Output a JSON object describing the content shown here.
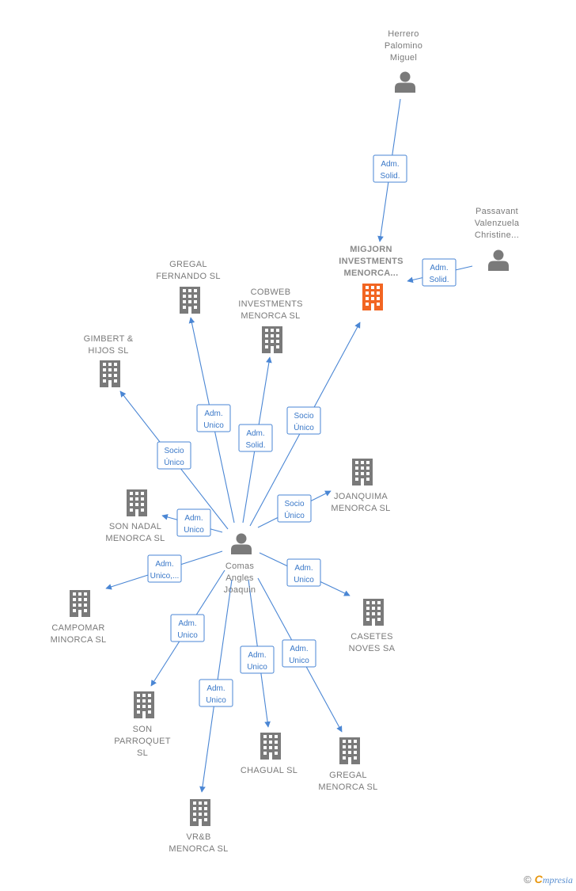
{
  "colors": {
    "edge": "#4a86d4",
    "node": "#7a7a7a",
    "highlight": "#f26522"
  },
  "nodes": [
    {
      "id": "herrero",
      "kind": "person",
      "lines": [
        "Herrero",
        "Palomino",
        "Miguel"
      ]
    },
    {
      "id": "passavant",
      "kind": "person",
      "lines": [
        "Passavant",
        "Valenzuela",
        "Christine..."
      ]
    },
    {
      "id": "migjorn",
      "kind": "company",
      "highlight": true,
      "lines": [
        "MIGJORN",
        "INVESTMENTS",
        "MENORCA..."
      ]
    },
    {
      "id": "gregal_fernando",
      "kind": "company",
      "lines": [
        "GREGAL",
        "FERNANDO  SL"
      ]
    },
    {
      "id": "cobweb",
      "kind": "company",
      "lines": [
        "COBWEB",
        "INVESTMENTS",
        "MENORCA  SL"
      ]
    },
    {
      "id": "gimbert",
      "kind": "company",
      "lines": [
        "GIMBERT &",
        "HIJOS  SL"
      ]
    },
    {
      "id": "joanquima",
      "kind": "company",
      "lines": [
        "JOANQUIMA",
        "MENORCA  SL"
      ]
    },
    {
      "id": "son_nadal",
      "kind": "company",
      "lines": [
        "SON NADAL",
        "MENORCA SL"
      ]
    },
    {
      "id": "comas",
      "kind": "person",
      "lines": [
        "Comas",
        "Angles",
        "Joaquin"
      ]
    },
    {
      "id": "campomar",
      "kind": "company",
      "lines": [
        "CAMPOMAR",
        "MINORCA SL"
      ]
    },
    {
      "id": "casetes",
      "kind": "company",
      "lines": [
        "CASETES",
        "NOVES SA"
      ]
    },
    {
      "id": "son_parroquet",
      "kind": "company",
      "lines": [
        "SON",
        "PARROQUET",
        "SL"
      ]
    },
    {
      "id": "chagual",
      "kind": "company",
      "lines": [
        "CHAGUAL  SL"
      ]
    },
    {
      "id": "gregal_menorca",
      "kind": "company",
      "lines": [
        "GREGAL",
        "MENORCA  SL"
      ]
    },
    {
      "id": "vrb",
      "kind": "company",
      "lines": [
        "VR&B",
        "MENORCA  SL"
      ]
    }
  ],
  "edges": [
    {
      "from": "herrero",
      "to": "migjorn",
      "label": [
        "Adm.",
        "Solid."
      ]
    },
    {
      "from": "passavant",
      "to": "migjorn",
      "label": [
        "Adm.",
        "Solid."
      ]
    },
    {
      "from": "comas",
      "to": "migjorn",
      "label": [
        "Socio",
        "Único"
      ]
    },
    {
      "from": "comas",
      "to": "gregal_fernando",
      "label": [
        "Adm.",
        "Unico"
      ]
    },
    {
      "from": "comas",
      "to": "cobweb",
      "label": [
        "Adm.",
        "Solid."
      ]
    },
    {
      "from": "comas",
      "to": "gimbert",
      "label": [
        "Socio",
        "Único"
      ]
    },
    {
      "from": "comas",
      "to": "joanquima",
      "label": [
        "Socio",
        "Único"
      ]
    },
    {
      "from": "comas",
      "to": "son_nadal",
      "label": [
        "Adm.",
        "Unico"
      ]
    },
    {
      "from": "comas",
      "to": "campomar",
      "label": [
        "Adm.",
        "Unico,..."
      ]
    },
    {
      "from": "comas",
      "to": "casetes",
      "label": [
        "Adm.",
        "Unico"
      ]
    },
    {
      "from": "comas",
      "to": "son_parroquet",
      "label": [
        "Adm.",
        "Unico"
      ]
    },
    {
      "from": "comas",
      "to": "vrb",
      "label": [
        "Adm.",
        "Unico"
      ]
    },
    {
      "from": "comas",
      "to": "chagual",
      "label": [
        "Adm.",
        "Unico"
      ]
    },
    {
      "from": "comas",
      "to": "gregal_menorca",
      "label": [
        "Adm.",
        "Unico"
      ]
    }
  ],
  "footer": {
    "copyright": "©",
    "brand_initial": "C",
    "brand_rest": "mpresia"
  }
}
